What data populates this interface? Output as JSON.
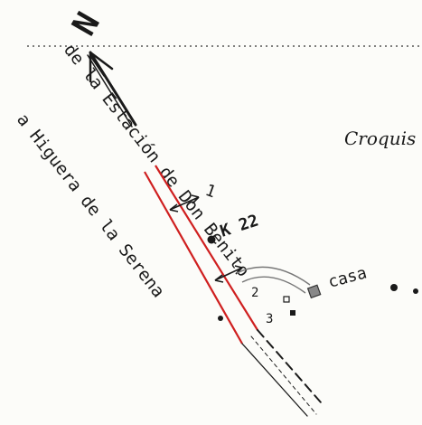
{
  "map": {
    "title": "Croquis",
    "north_symbol": "N",
    "route_label": "a Higuera de la Serena",
    "origin_label": "de la Estación de Don Benito",
    "km_marker": "K 22",
    "house_label": "casa",
    "point_labels": [
      "1",
      "2",
      "3"
    ],
    "road_color": "#cf1f1f",
    "ink_color": "#1a1a1a",
    "building_color": "#777777"
  }
}
